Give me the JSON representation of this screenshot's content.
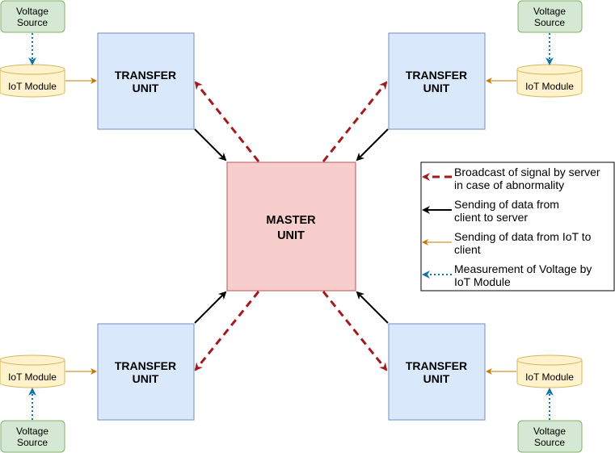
{
  "diagram": {
    "master": {
      "line1": "MASTER",
      "line2": "UNIT"
    },
    "transfer": {
      "line1": "TRANSFER",
      "line2": "UNIT"
    },
    "iot_label": "IoT Module",
    "voltage": {
      "line1": "Voltage",
      "line2": "Source"
    },
    "colors": {
      "master_fill": "#f8cecc",
      "master_stroke": "#b85450",
      "transfer_fill": "#dae8fc",
      "transfer_stroke": "#6c8ebf",
      "iot_fill": "#fff2cc",
      "iot_stroke": "#d6b656",
      "voltage_fill": "#d5e8d4",
      "voltage_stroke": "#82b366",
      "broadcast": "#a6191b",
      "data": "#000000",
      "iot_link": "#c07800",
      "measure": "#0e73a8"
    }
  },
  "legend": {
    "items": [
      {
        "line1": "Broadcast of signal by server",
        "line2": "in case of abnormality"
      },
      {
        "line1": "Sending of data from",
        "line2": "client to server"
      },
      {
        "line1": "Sending of data from IoT to",
        "line2": "client"
      },
      {
        "line1": "Measurement of Voltage by",
        "line2": "IoT Module"
      }
    ]
  }
}
